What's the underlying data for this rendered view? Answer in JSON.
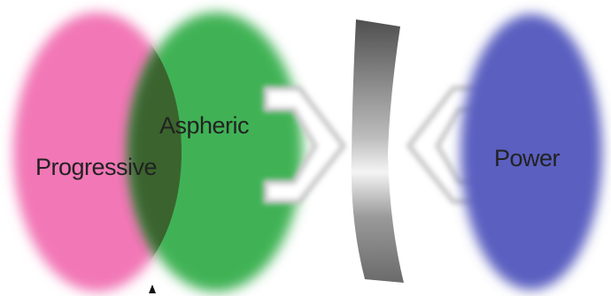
{
  "labels": {
    "progressive": "Progressive",
    "aspheric": "Aspheric",
    "power": "Power"
  },
  "colors": {
    "progressive": "#f277b6",
    "aspheric": "#3fb255",
    "overlap": "#3a5a2a",
    "power": "#5a5fc0",
    "arrow_outline": "#c8c8c8",
    "lens_dark": "#5a5a5a",
    "lens_light": "#f2f2f2"
  },
  "icons": {
    "left_arrow": "chevron-right-block-arrow",
    "right_arrow": "chevron-left-block-arrow",
    "lens": "curved-lens-icon",
    "pointer": "cursor-caret-icon"
  }
}
